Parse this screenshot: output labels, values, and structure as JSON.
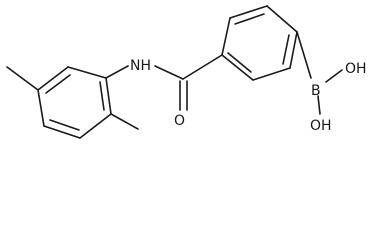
{
  "molecule": {
    "atom_labels": {
      "nh": "NH",
      "o": "O",
      "b": "B",
      "oh_top": "OH",
      "oh_bottom": "OH"
    },
    "colors": {
      "ink": "#1a1a1a",
      "background": "#ffffff"
    }
  }
}
